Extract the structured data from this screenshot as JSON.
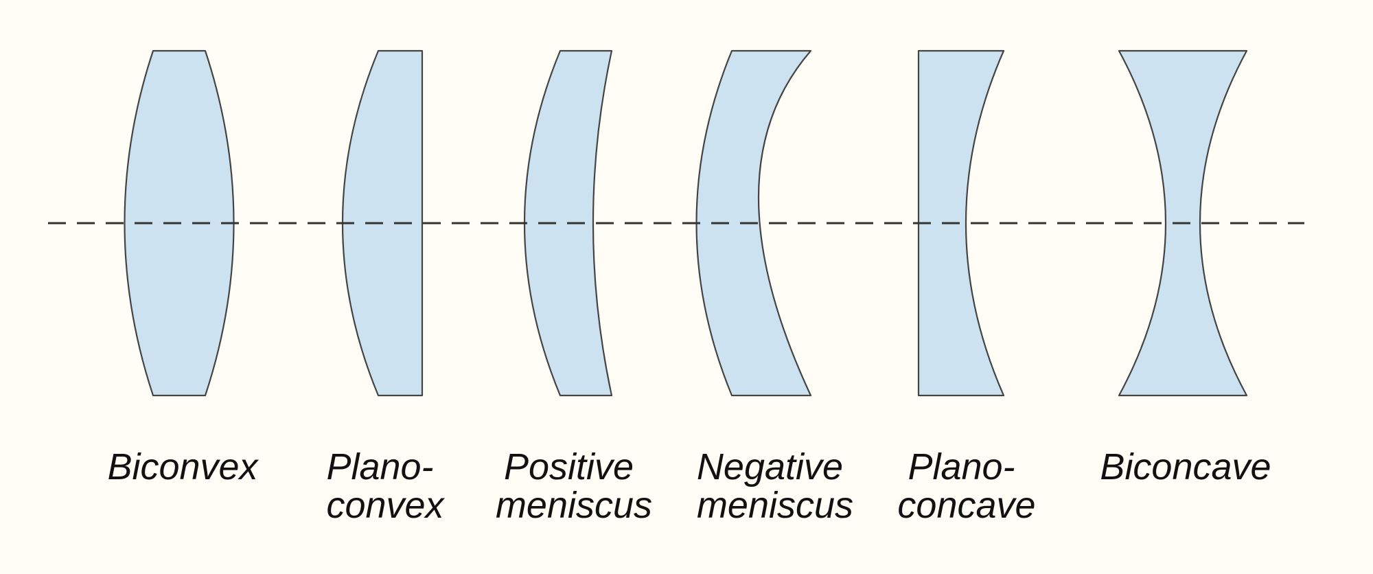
{
  "colors": {
    "background": "#fffdf5",
    "lens_fill": "#cde2f0",
    "lens_stroke": "#444444",
    "axis": "#333333"
  },
  "lenses": [
    {
      "id": "biconvex",
      "lines": [
        "Biconvex"
      ]
    },
    {
      "id": "plano-convex",
      "lines": [
        "Plano-",
        "convex"
      ]
    },
    {
      "id": "positive-meniscus",
      "lines": [
        "Positive",
        "meniscus"
      ]
    },
    {
      "id": "negative-meniscus",
      "lines": [
        "Negative",
        "meniscus"
      ]
    },
    {
      "id": "plano-concave",
      "lines": [
        "Plano-",
        "concave"
      ]
    },
    {
      "id": "biconcave",
      "lines": [
        "Biconcave"
      ]
    }
  ]
}
